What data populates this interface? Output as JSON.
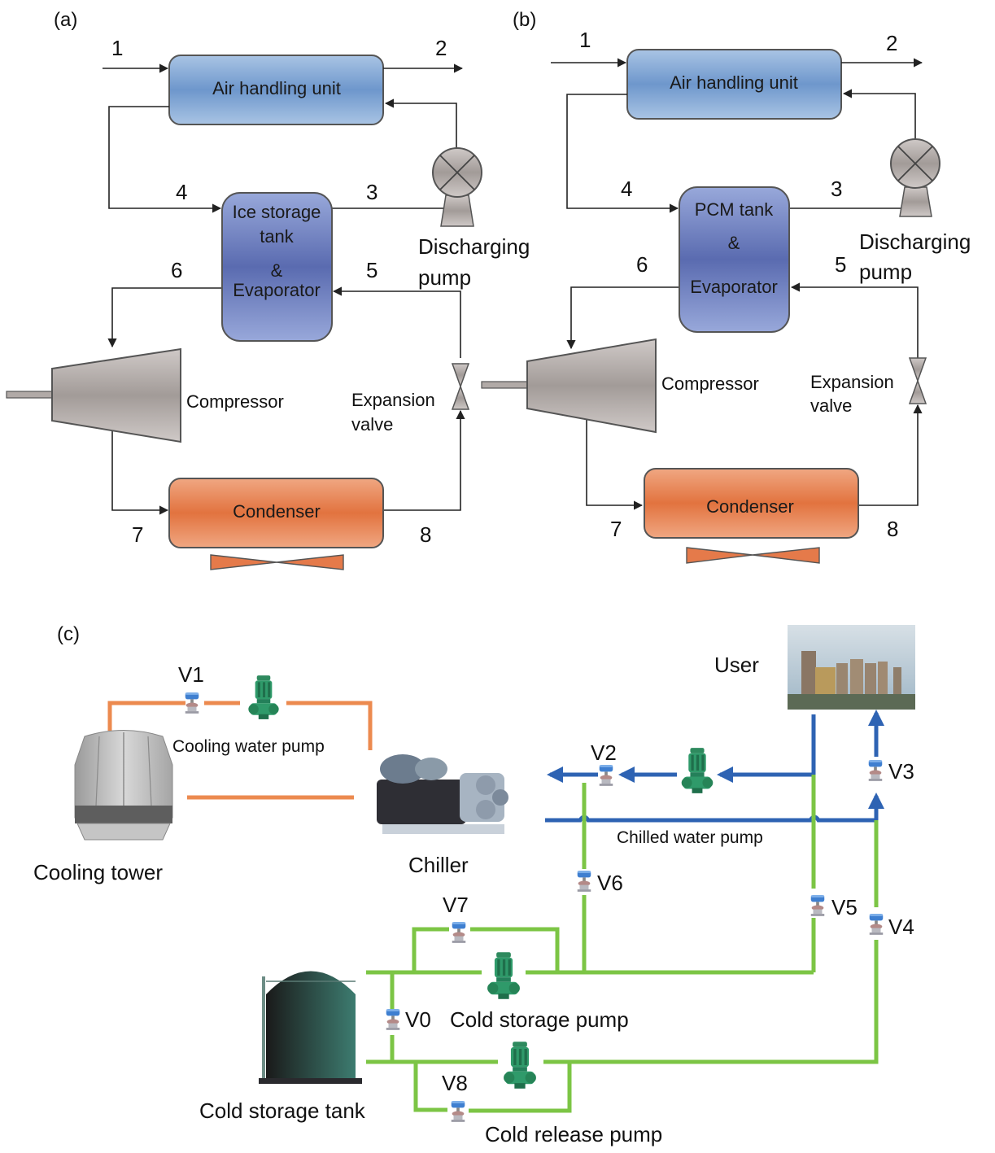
{
  "panels": {
    "a": {
      "label": "(a)",
      "numbers": [
        "1",
        "2",
        "3",
        "4",
        "5",
        "6",
        "7",
        "8"
      ],
      "air_handling_unit": "Air handling unit",
      "tank_lines": [
        "Ice storage",
        "tank",
        "&",
        "Evaporator"
      ],
      "pump_label": [
        "Discharging",
        "pump"
      ],
      "compressor": "Compressor",
      "expansion_valve": [
        "Expansion",
        "valve"
      ],
      "condenser": "Condenser"
    },
    "b": {
      "label": "(b)",
      "numbers": [
        "1",
        "2",
        "3",
        "4",
        "5",
        "6",
        "7",
        "8"
      ],
      "air_handling_unit": "Air handling unit",
      "tank_lines": [
        "PCM tank",
        "&",
        "Evaporator"
      ],
      "pump_label": [
        "Discharging",
        "pump"
      ],
      "compressor": "Compressor",
      "expansion_valve": [
        "Expansion",
        "valve"
      ],
      "condenser": "Condenser"
    },
    "c": {
      "label": "(c)",
      "cooling_tower": "Cooling tower",
      "chiller": "Chiller",
      "user": "User",
      "cooling_water_pump": "Cooling water pump",
      "chilled_water_pump": "Chilled water pump",
      "cold_storage_pump": "Cold storage pump",
      "cold_release_pump": "Cold release pump",
      "cold_storage_tank": "Cold storage tank",
      "valves": [
        "V0",
        "V1",
        "V2",
        "V3",
        "V4",
        "V5",
        "V6",
        "V7",
        "V8"
      ]
    }
  },
  "colors": {
    "ahu_blue": "#7fa6d4",
    "tank_blue": "#6475b8",
    "condenser_orange": "#e57a4a",
    "machine_gray": "#aaa3a0",
    "cooling_pipe": "#ec8a4f",
    "chilled_pipe": "#2e63b3",
    "storage_pipe": "#7cc545",
    "pump_green": "#2f9a6a",
    "valve_blue": "#3f7fd0"
  }
}
